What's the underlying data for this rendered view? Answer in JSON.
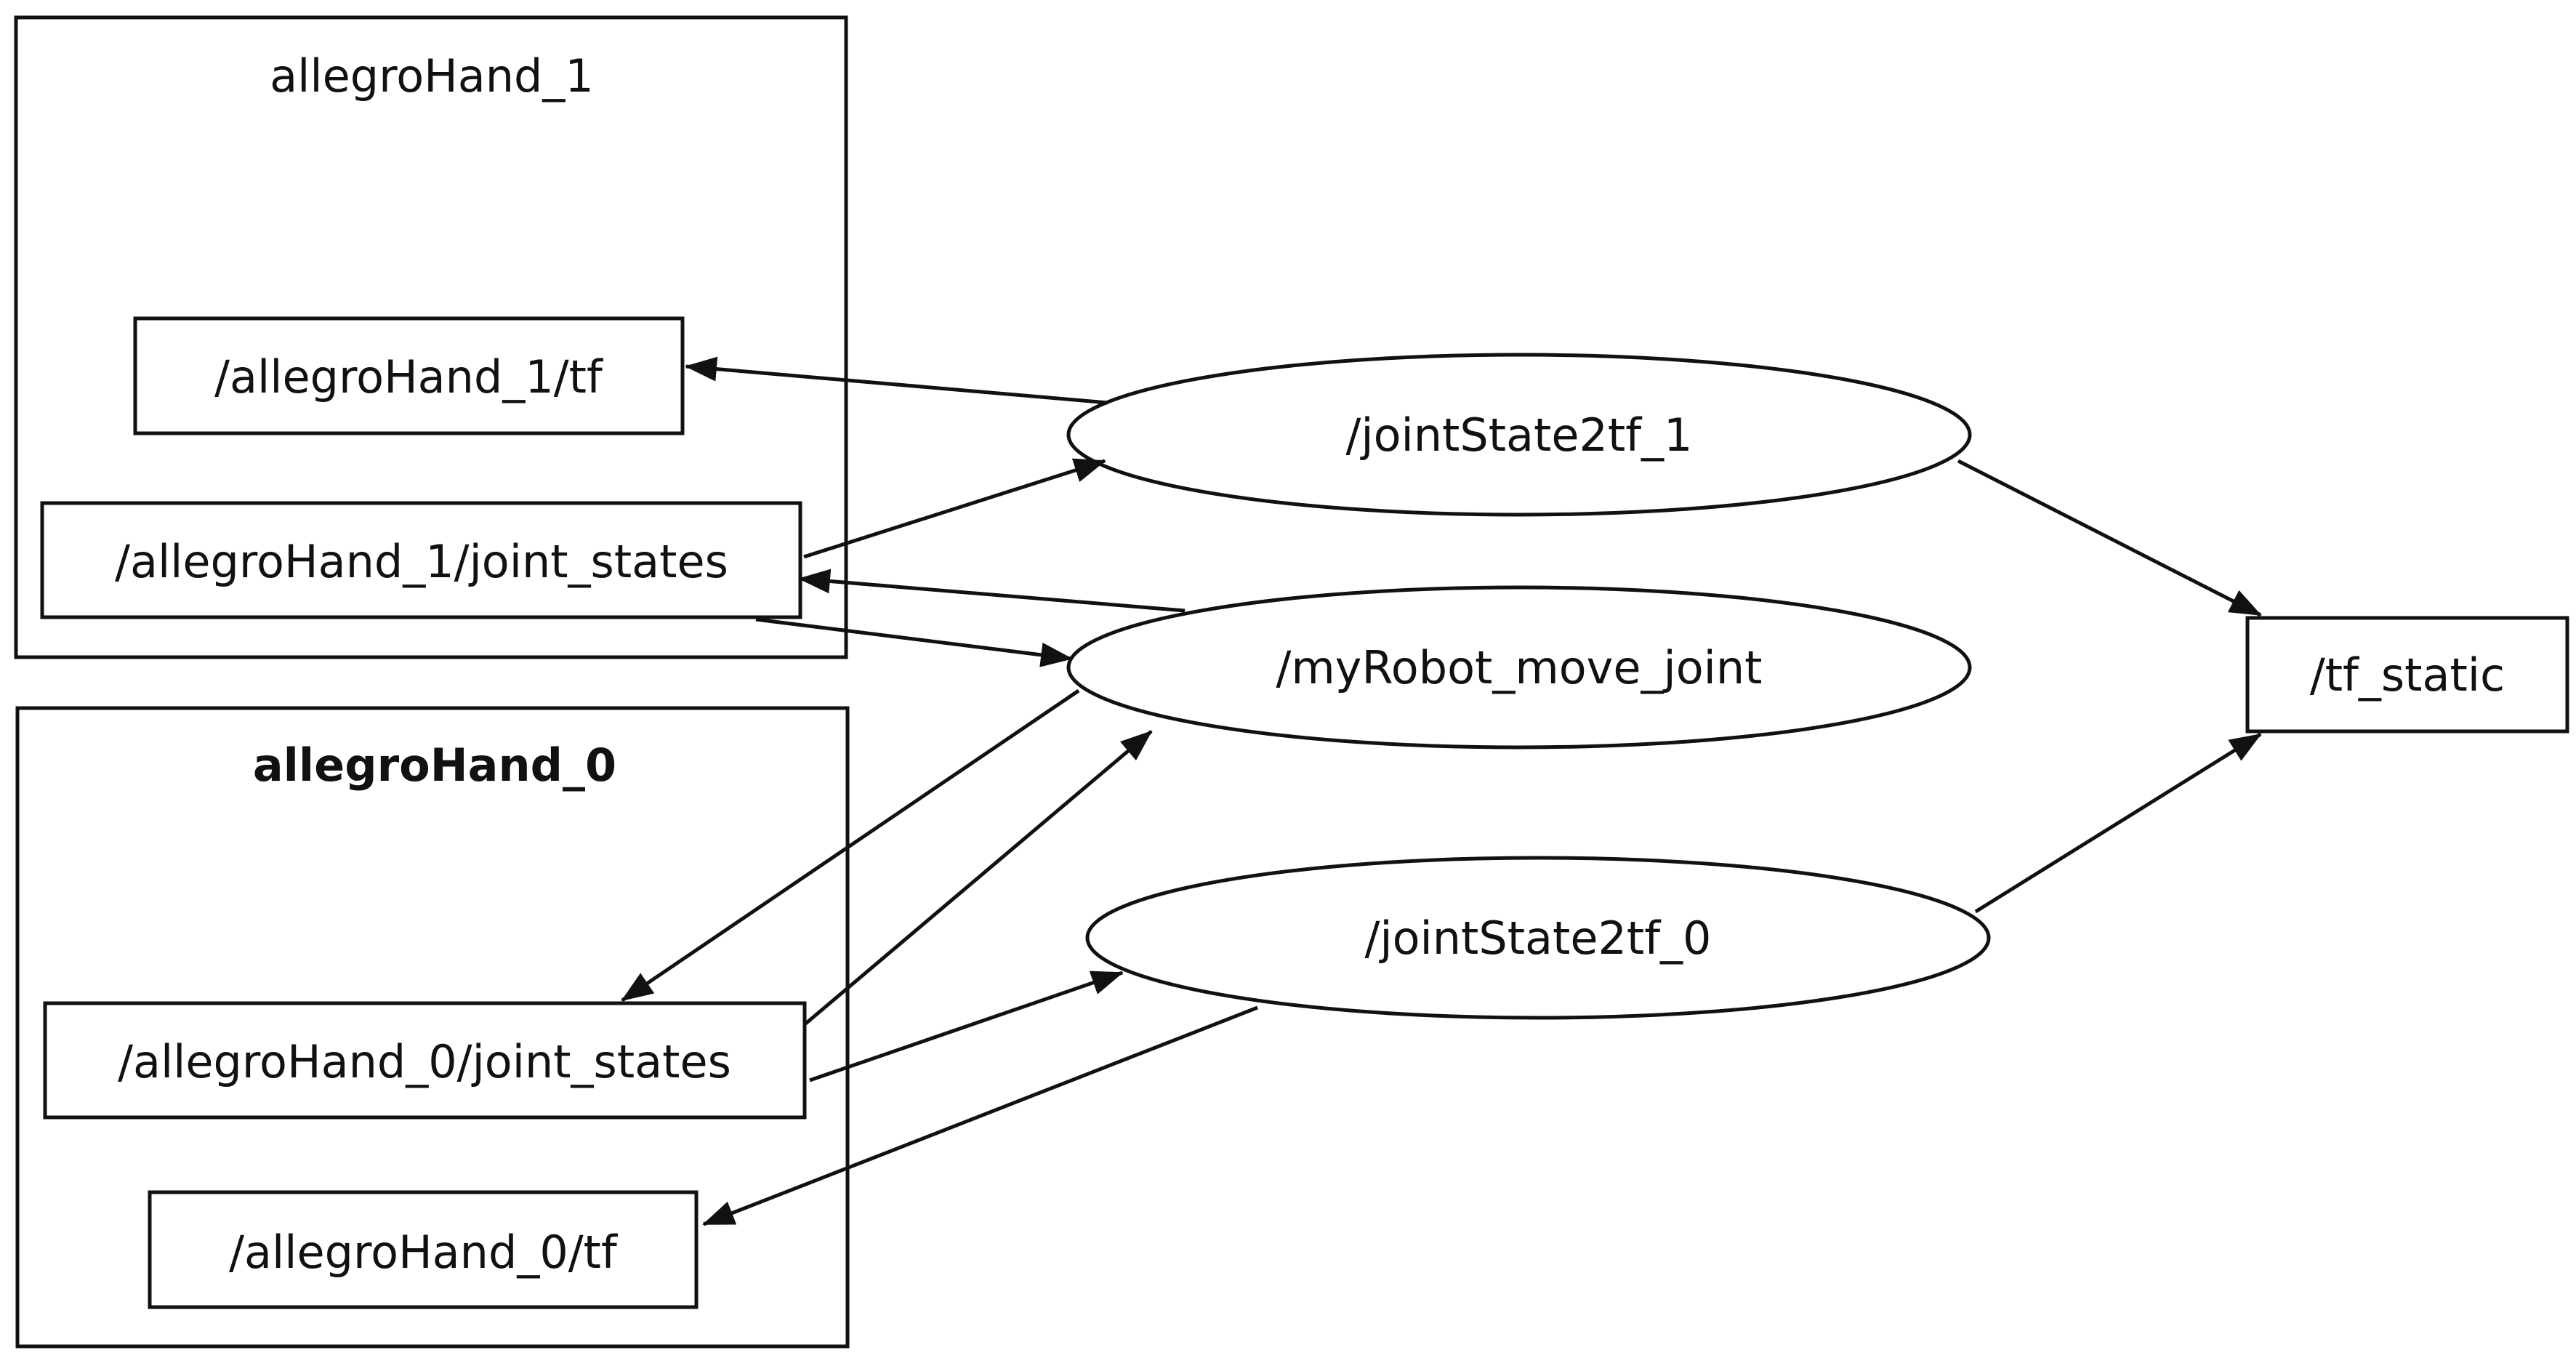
{
  "groups": {
    "hand1": {
      "label": "allegroHand_1"
    },
    "hand0": {
      "label": "allegroHand_0"
    }
  },
  "topics": {
    "hand1_tf": "/allegroHand_1/tf",
    "hand1_joint_states": "/allegroHand_1/joint_states",
    "hand0_joint_states": "/allegroHand_0/joint_states",
    "hand0_tf": "/allegroHand_0/tf",
    "tf_static": "/tf_static"
  },
  "nodes": {
    "jointState2tf_1": "/jointState2tf_1",
    "myRobot_move_joint": "/myRobot_move_joint",
    "jointState2tf_0": "/jointState2tf_0"
  },
  "edges": [
    {
      "from": "/jointState2tf_1",
      "to": "/allegroHand_1/tf"
    },
    {
      "from": "/allegroHand_1/joint_states",
      "to": "/jointState2tf_1"
    },
    {
      "from": "/myRobot_move_joint",
      "to": "/allegroHand_1/joint_states"
    },
    {
      "from": "/allegroHand_1/joint_states",
      "to": "/myRobot_move_joint"
    },
    {
      "from": "/myRobot_move_joint",
      "to": "/allegroHand_0/joint_states"
    },
    {
      "from": "/allegroHand_0/joint_states",
      "to": "/myRobot_move_joint"
    },
    {
      "from": "/allegroHand_0/joint_states",
      "to": "/jointState2tf_0"
    },
    {
      "from": "/jointState2tf_0",
      "to": "/allegroHand_0/tf"
    },
    {
      "from": "/jointState2tf_1",
      "to": "/tf_static"
    },
    {
      "from": "/jointState2tf_0",
      "to": "/tf_static"
    }
  ],
  "colors": {
    "stroke": "#111111",
    "background": "#ffffff"
  }
}
